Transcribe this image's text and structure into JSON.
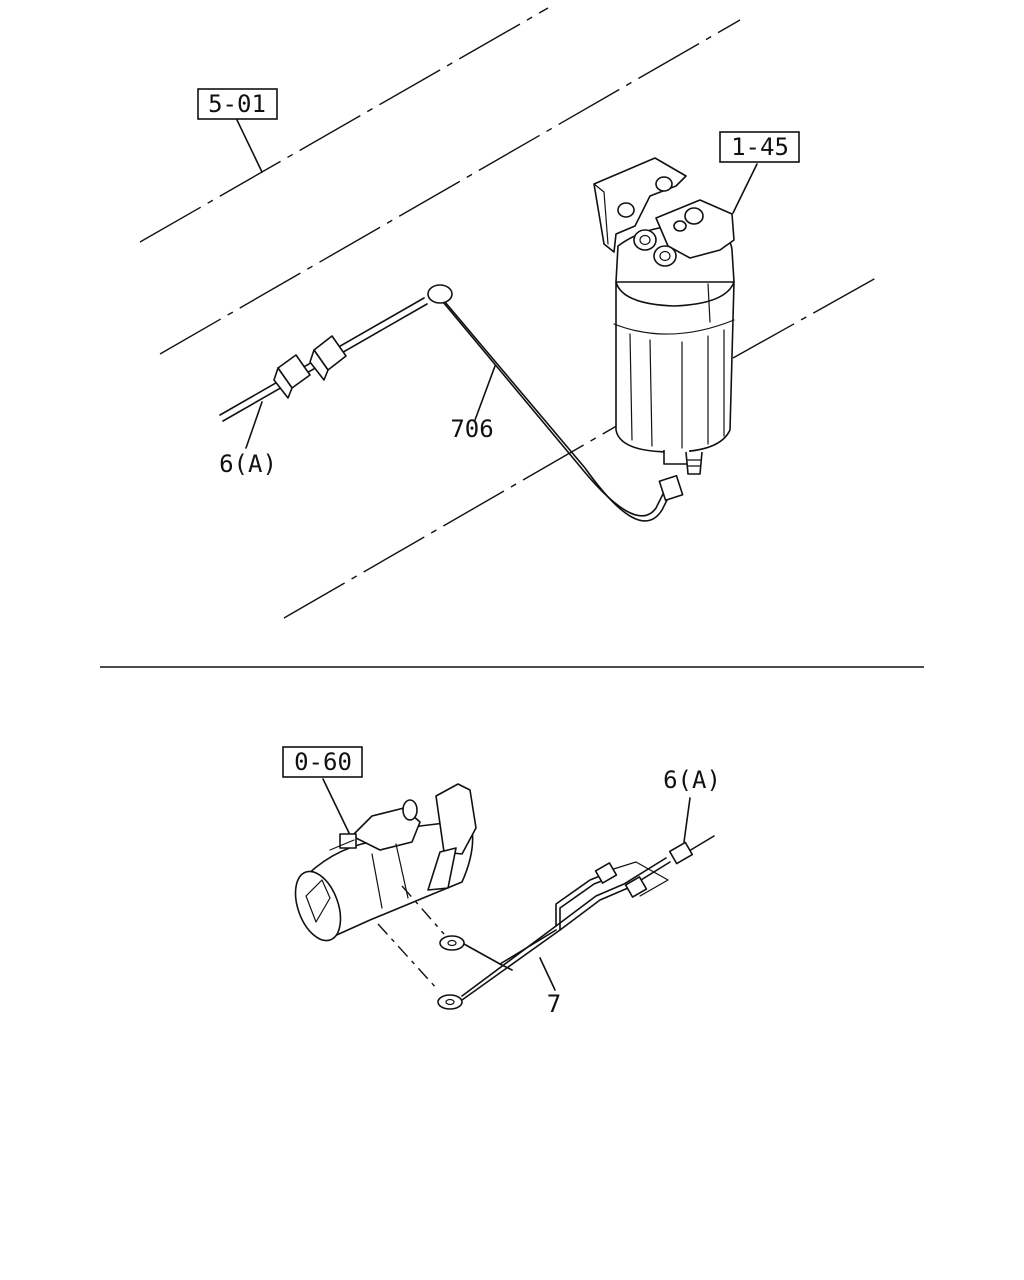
{
  "callouts": {
    "ref_5_01": "5-01",
    "ref_1_45": "1-45",
    "ref_0_60": "0-60",
    "part_706": "706",
    "part_6a_top": "6(A)",
    "part_6a_bottom": "6(A)",
    "part_7": "7"
  }
}
